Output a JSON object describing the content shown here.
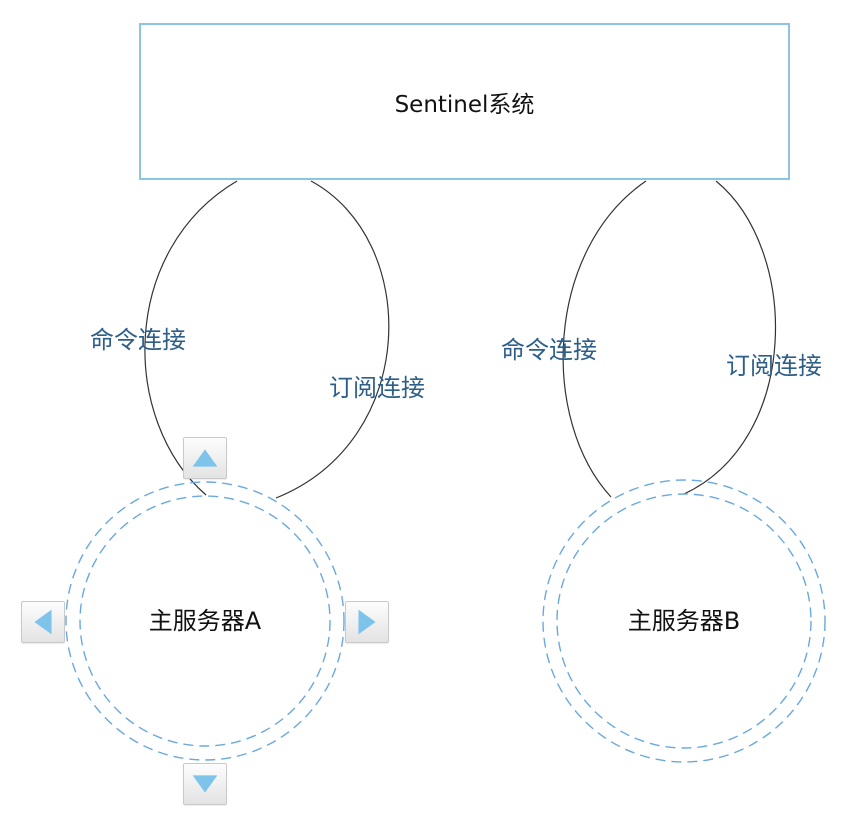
{
  "sentinel": {
    "label": "Sentinel系统"
  },
  "servers": [
    {
      "label": "主服务器A",
      "command_label": "命令连接",
      "subscribe_label": "订阅连接"
    },
    {
      "label": "主服务器B",
      "command_label": "命令连接",
      "subscribe_label": "订阅连接"
    }
  ],
  "colors": {
    "box_border": "#8cc4e6",
    "circle_dash": "#6aa9de",
    "label_text": "#2d5e8a",
    "arrow_fill": "#7ec4ea"
  },
  "icons": {
    "handle_up": "triangle-up-icon",
    "handle_down": "triangle-down-icon",
    "handle_left": "triangle-left-icon",
    "handle_right": "triangle-right-icon"
  }
}
